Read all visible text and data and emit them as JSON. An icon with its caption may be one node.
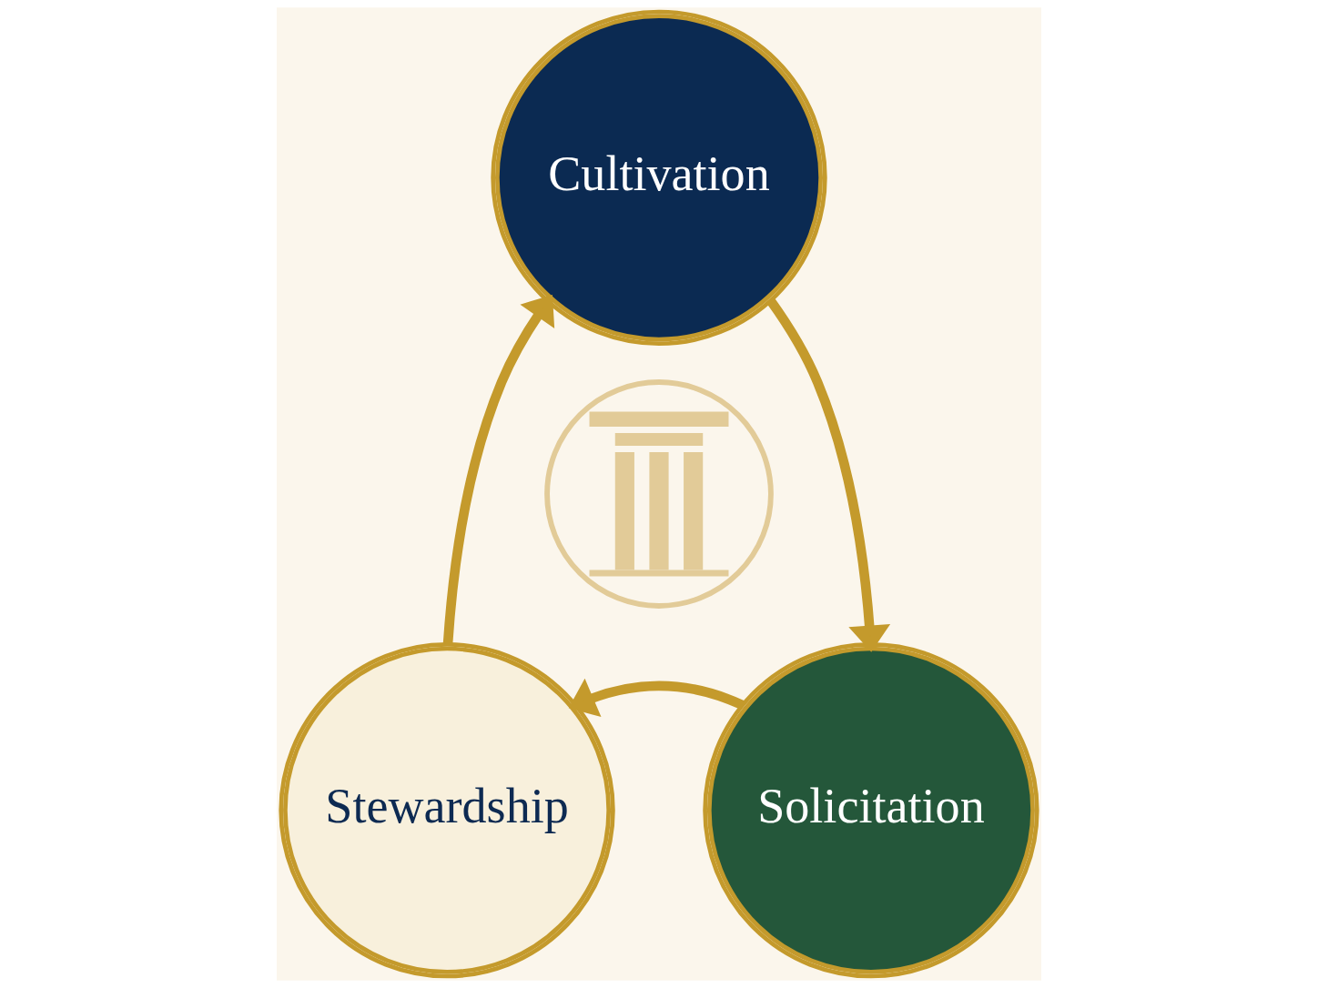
{
  "diagram": {
    "nodes": [
      {
        "text": [
          "Cultivation"
        ]
      },
      {
        "text": [],
        "shape": "picture"
      },
      {
        "text": [
          "Stewardship"
        ]
      },
      {
        "text": [
          "Solicitation"
        ]
      }
    ],
    "edges": [
      {
        "from": 0,
        "to": 3,
        "arrow": "to"
      },
      {
        "from": 3,
        "to": 2,
        "arrow": "to"
      },
      {
        "from": 2,
        "to": 0,
        "arrow": "to"
      }
    ]
  }
}
